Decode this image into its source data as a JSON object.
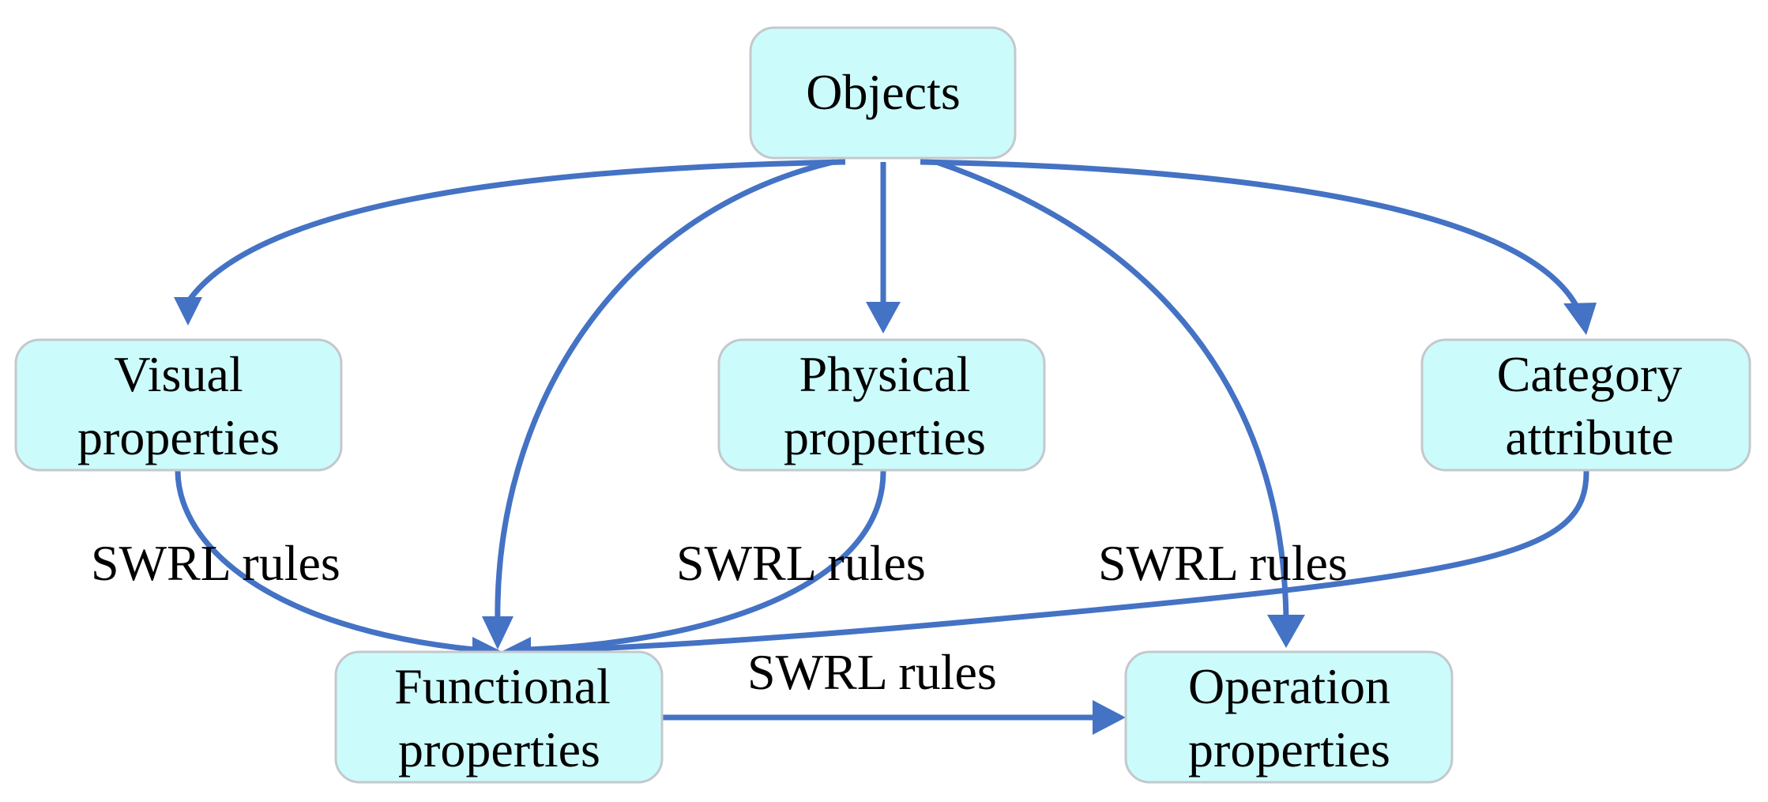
{
  "nodes": {
    "objects": {
      "lines": [
        "Objects"
      ]
    },
    "visual": {
      "lines": [
        "Visual",
        "properties"
      ]
    },
    "physical": {
      "lines": [
        "Physical",
        "properties"
      ]
    },
    "category": {
      "lines": [
        "Category",
        "attribute"
      ]
    },
    "functional": {
      "lines": [
        "Functional",
        "properties"
      ]
    },
    "operation": {
      "lines": [
        "Operation",
        "properties"
      ]
    }
  },
  "edge_labels": {
    "visual_to_functional": "SWRL rules",
    "physical_to_functional": "SWRL rules",
    "category_to_functional": "SWRL rules",
    "functional_to_operation": "SWRL rules"
  },
  "edges": [
    {
      "from": "objects",
      "to": "visual"
    },
    {
      "from": "objects",
      "to": "physical"
    },
    {
      "from": "objects",
      "to": "category"
    },
    {
      "from": "objects",
      "to": "functional"
    },
    {
      "from": "objects",
      "to": "operation"
    },
    {
      "from": "visual",
      "to": "functional",
      "label": "SWRL rules"
    },
    {
      "from": "physical",
      "to": "functional",
      "label": "SWRL rules"
    },
    {
      "from": "category",
      "to": "functional",
      "label": "SWRL rules"
    },
    {
      "from": "functional",
      "to": "operation",
      "label": "SWRL rules"
    }
  ],
  "colors": {
    "node_fill": "#ccfbfb",
    "node_border": "#c4c8cc",
    "edge": "#4472c4",
    "text": "#000000"
  }
}
